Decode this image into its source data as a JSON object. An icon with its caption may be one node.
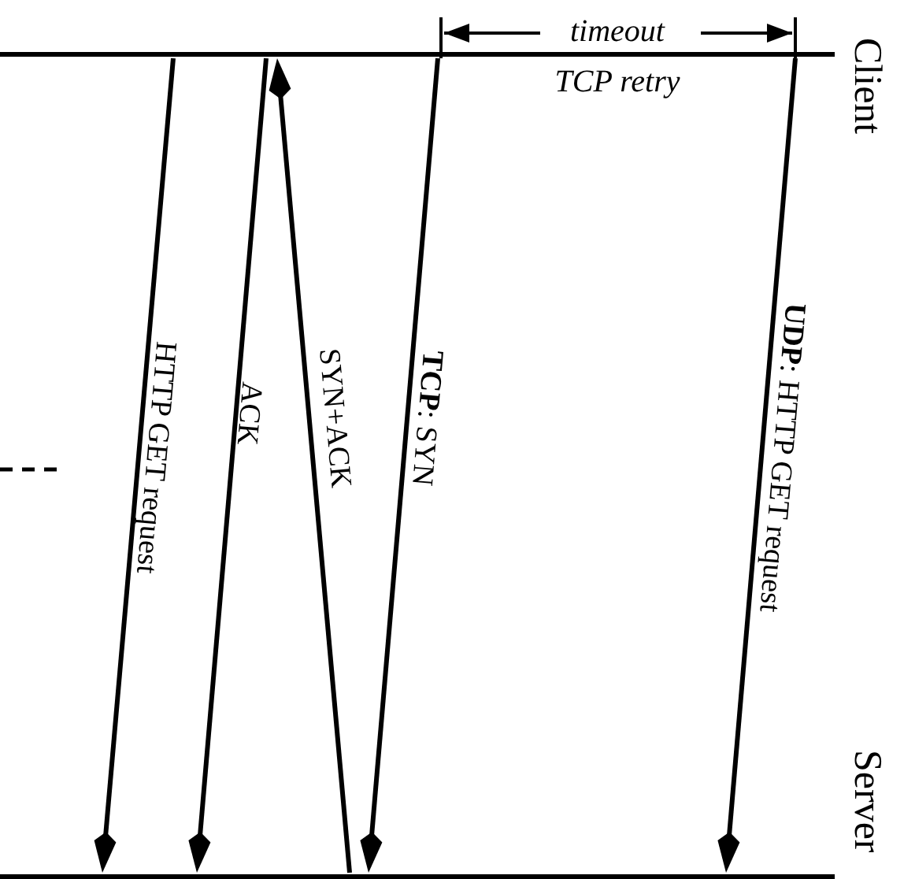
{
  "diagram": {
    "nodes": [
      {
        "text": [],
        "shape": "line",
        "beside": [
          "Client"
        ]
      },
      {
        "text": [],
        "shape": "line",
        "beside": [
          "Server"
        ]
      }
    ],
    "edges": [
      {
        "from": 0,
        "to": 1,
        "arrow": "to",
        "label": "HTTP GET request"
      },
      {
        "from": 0,
        "to": 1,
        "arrow": "to",
        "label": "ACK"
      },
      {
        "from": 1,
        "to": 0,
        "arrow": "to",
        "label": "SYN+ACK"
      },
      {
        "from": 0,
        "to": 1,
        "arrow": "to",
        "label": "**TCP**: SYN"
      },
      {
        "from": 0,
        "to": 1,
        "arrow": "to",
        "label": "**UDP**: HTTP GET request"
      }
    ],
    "labels": [
      "timeout",
      "TCP retry"
    ]
  }
}
